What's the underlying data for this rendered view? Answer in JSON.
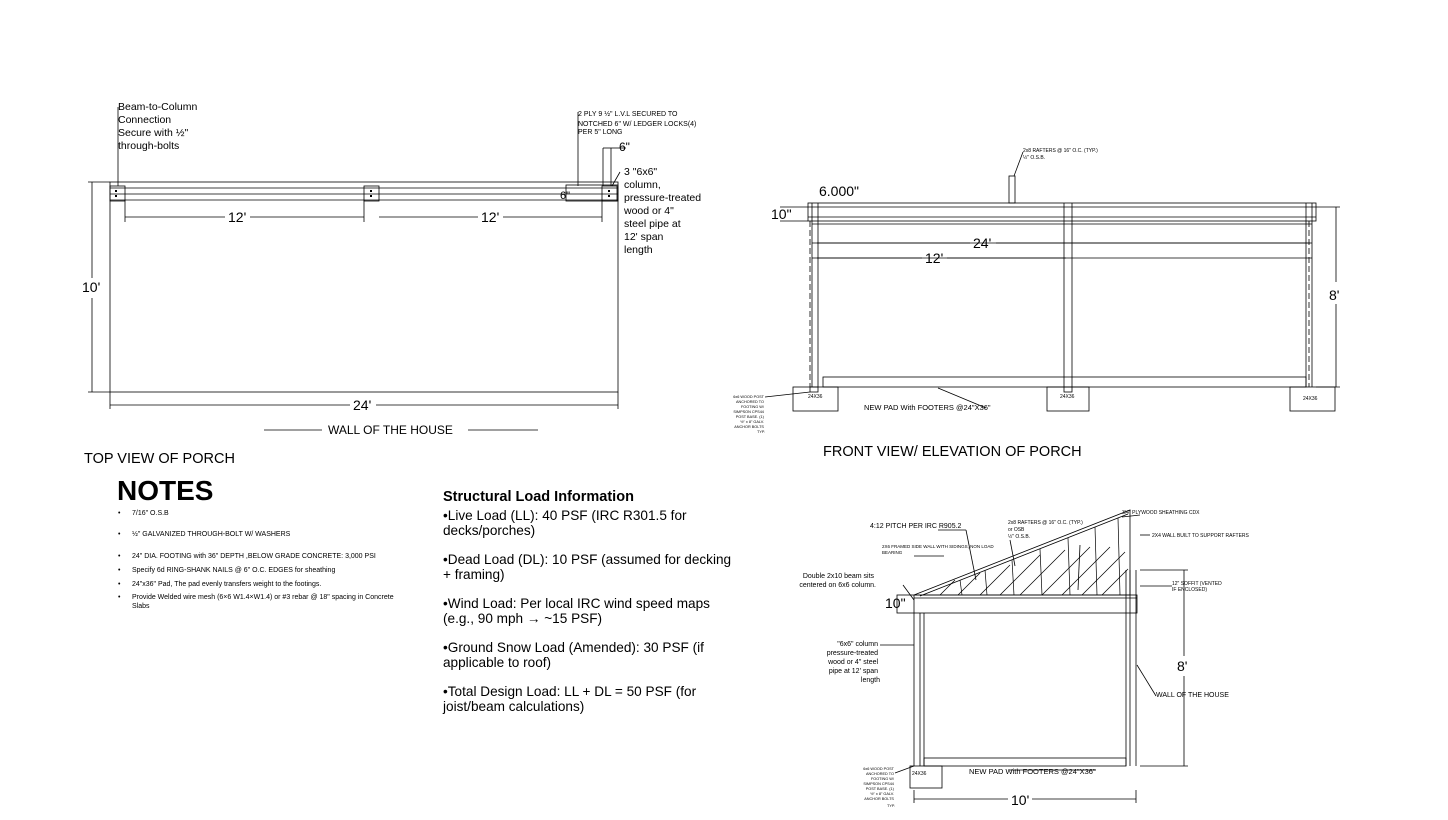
{
  "top_view": {
    "title": "TOP VIEW OF PORCH",
    "beam_column_note": [
      "Beam-to-Column",
      "Connection",
      "Secure with ½\"",
      "through-bolts"
    ],
    "lvl_note": [
      "2 PLY 9 ½\" L.V.L SECURED TO",
      "NOTCHED 6\" W/ LEDGER  LOCKS(4)",
      "PER 5\" LONG"
    ],
    "column_note": [
      "3 \"6x6\"",
      "column,",
      "pressure-treated",
      "wood or 4\"",
      "steel pipe at",
      "12' span",
      "length"
    ],
    "dim_span_left": "12'",
    "dim_span_right": "12'",
    "dim_depth": "10'",
    "dim_width": "24'",
    "dim_6in_top": "6\"",
    "dim_6in_side": "6\"",
    "wall_label": "WALL OF THE HOUSE"
  },
  "front_view": {
    "title": "FRONT VIEW/ ELEVATION OF PORCH",
    "rafters_note": [
      "2x8 RAFTERS @ 16\" O.C. (TYP.)",
      "½\" O.S.B."
    ],
    "dim_beam": "6.000\"",
    "dim_10in": "10\"",
    "dim_24ft": "24'",
    "dim_12ft": "12'",
    "dim_8ft": "8'",
    "pad_note": "NEW PAD With FOOTERS @24\"X36\"",
    "footing_label": "24X36",
    "post_note": [
      "6x6 WOOD POST",
      "ANCHORED TO",
      "FOOTING W/",
      "SIMPSON CPS44",
      "POST BASE. (1)",
      "½\" x 8\" GALV.",
      "ANCHOR BOLTS",
      "TYP."
    ]
  },
  "side_view": {
    "pitch_note": "4:12 PITCH PER IRC R905.2",
    "rafters_note": [
      "2x8 RAFTERS @ 16\" O.C. (TYP.)",
      "or OSB",
      "½\" O.S.B."
    ],
    "plywood_note": "3/4\" PLYWOOD SHEATHING CDX",
    "wall_built_note": "2X4 WALL BUILT TO SUPPORT RAFTERS",
    "framed_wall_note": [
      "2X6 FRAMED SIDE WALL WITH SIDINGS, NON LOAD",
      "BEARING"
    ],
    "beam_note": [
      "Double 2x10 beam sits",
      "centered on 6x6 column."
    ],
    "column_note": [
      "\"6x6\" column",
      "pressure-treated",
      "wood or 4\" steel",
      "pipe at 12' span",
      "length"
    ],
    "soffit_note": [
      "12\" SOFFIT (VENTED",
      "IF ENCLOSED)"
    ],
    "dim_10in": "10\"",
    "dim_8ft": "8'",
    "dim_10ft": "10'",
    "wall_label": "WALL OF THE HOUSE",
    "pad_note": "NEW PAD With FOOTERS @24\"X36\"",
    "footing_label": "24X36",
    "post_note": [
      "6x6 WOOD POST",
      "ANCHORED TO",
      "FOOTING W/",
      "SIMPSON CPS44",
      "POST BASE. (1)",
      "½\" x 8\" GALV.",
      "ANCHOR BOLTS",
      "TYP."
    ]
  },
  "notes": {
    "title": "NOTES",
    "items": [
      "7/16\" O.S.B",
      "½\" GALVANIZED THROUGH-BOLT W/ WASHERS",
      "24\" DIA. FOOTING with 36\"  DEPTH ,BELOW GRADE  CONCRETE: 3,000 PSI",
      "Specify 6d RING-SHANK NAILS @ 6\" O.C. EDGES for sheathing",
      "24\"x36\" Pad, The pad evenly transfers weight to the footings.",
      "Provide Welded wire mesh (6×6 W1.4×W1.4) or #3 rebar @ 18\" spacing in Concrete Slabs"
    ]
  },
  "structural_load": {
    "title": "Structural Load Information",
    "items": [
      "Live Load (LL): 40 PSF (IRC R301.5 for decks/porches)",
      "Dead Load (DL): 10 PSF (assumed for decking + framing)",
      "Wind Load: Per local IRC wind speed maps (e.g., 90 mph → ~15 PSF)",
      "Ground Snow Load (Amended): 30 PSF (if applicable to roof)",
      "Total Design Load: LL + DL = 50 PSF (for joist/beam calculations)"
    ]
  }
}
